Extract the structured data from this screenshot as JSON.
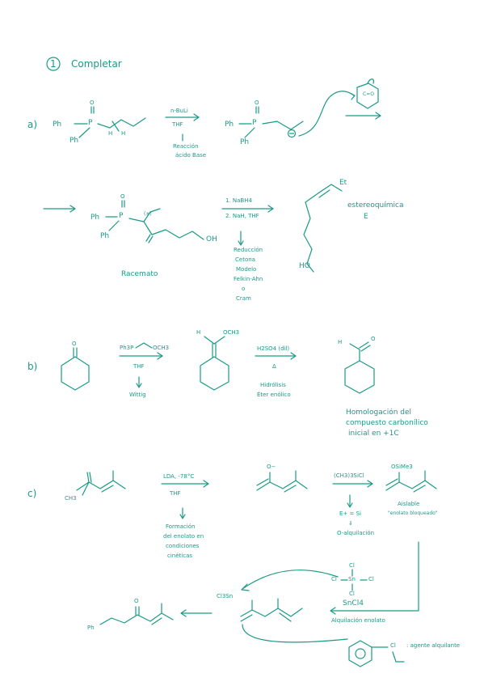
{
  "header": {
    "number": "1",
    "title": "Completar"
  },
  "a": {
    "label": "a)",
    "ph1": "Ph",
    "ph2": "Ph",
    "p": "P",
    "o": "O",
    "h1": "H",
    "h2": "H",
    "reagent_top": "n-BuLi",
    "reagent_bottom": "THF",
    "note_line1": "Reacción",
    "note_line2": "ácido Base",
    "ph3": "Ph",
    "ph4": "Ph",
    "p2": "P",
    "o2": "O",
    "ring_label": "C=O",
    "row2_ph1": "Ph",
    "row2_ph2": "Ph",
    "row2_p": "P",
    "row2_o": "O",
    "row2_oh": "OH",
    "row2_star": "(±)",
    "racemato": "Racemato",
    "step1": "1. NaBH4",
    "step2": "2. NaH, THF",
    "reduction_lines": [
      "Reducción",
      "Cetona",
      "Modelo",
      "Felkin-Ahn",
      "o",
      "Cram"
    ],
    "product_et": "Et",
    "product_ho": "HO",
    "stereo_line1": "estereoquímica",
    "stereo_line2": "E"
  },
  "b": {
    "label": "b)",
    "ketone_o": "O",
    "wittig_reagent": "Ph3P",
    "wittig_och3": "OCH3",
    "wittig_solvent": "THF",
    "wittig_name": "Wittig",
    "enol_h": "H",
    "enol_och3": "OCH3",
    "hydrolysis_reagent": "H2SO4 (dil)",
    "hydrolysis_delta": "Δ",
    "hydrolysis_lines": [
      "Hidrólisis",
      "Éter enólico"
    ],
    "aldehyde_h": "H",
    "aldehyde_o": "O",
    "homolog_lines": [
      "Homologación del",
      "compuesto carbonílico",
      "inicial en +1C"
    ]
  },
  "c": {
    "label": "c)",
    "ch3": "CH3",
    "lda": "LDA, -78°C",
    "thf": "THF",
    "formation_lines": [
      "Formación",
      "del enolato en",
      "condiciones",
      "cinéticas"
    ],
    "enolate_o": "O−",
    "silyl_reagent": "(CH3)3SiCl",
    "osime3": "OSiMe3",
    "esi_line1": "E+ = Si",
    "esi_arrow": "⇓",
    "esi_line2": "O-alquilación",
    "isolable_line1": "Aislable",
    "isolable_line2": "\"enolato bloqueado\"",
    "cl_top": "Cl",
    "cl_left": "Cl",
    "sn": "Sn",
    "cl_right": "Cl",
    "cl_bottom": "Cl",
    "sncl4": "SnCl4",
    "aldol_label": "Alquilación enolato",
    "cl3sn": "Cl3Sn",
    "product_ph": "Ph",
    "product_o": "O",
    "bnzcl_cl": "Cl",
    "agent": ": agente alquilante"
  }
}
